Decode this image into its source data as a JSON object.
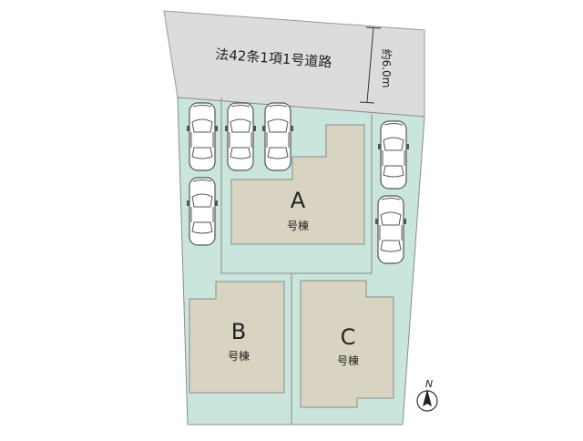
{
  "road": {
    "label": "法42条1項1号道路",
    "width_label": "約6.0m"
  },
  "buildings": [
    {
      "letter": "A",
      "suffix": "号棟"
    },
    {
      "letter": "B",
      "suffix": "号棟"
    },
    {
      "letter": "C",
      "suffix": "号棟"
    }
  ],
  "compass": {
    "label": "N"
  },
  "colors": {
    "road": "#dcdcdc",
    "lot": "#c9e5dc",
    "building": "#d9d3c2",
    "line": "#8c8c8c",
    "car_body": "#ffffff",
    "text": "#222222"
  },
  "parking": {
    "car_count": 6
  }
}
